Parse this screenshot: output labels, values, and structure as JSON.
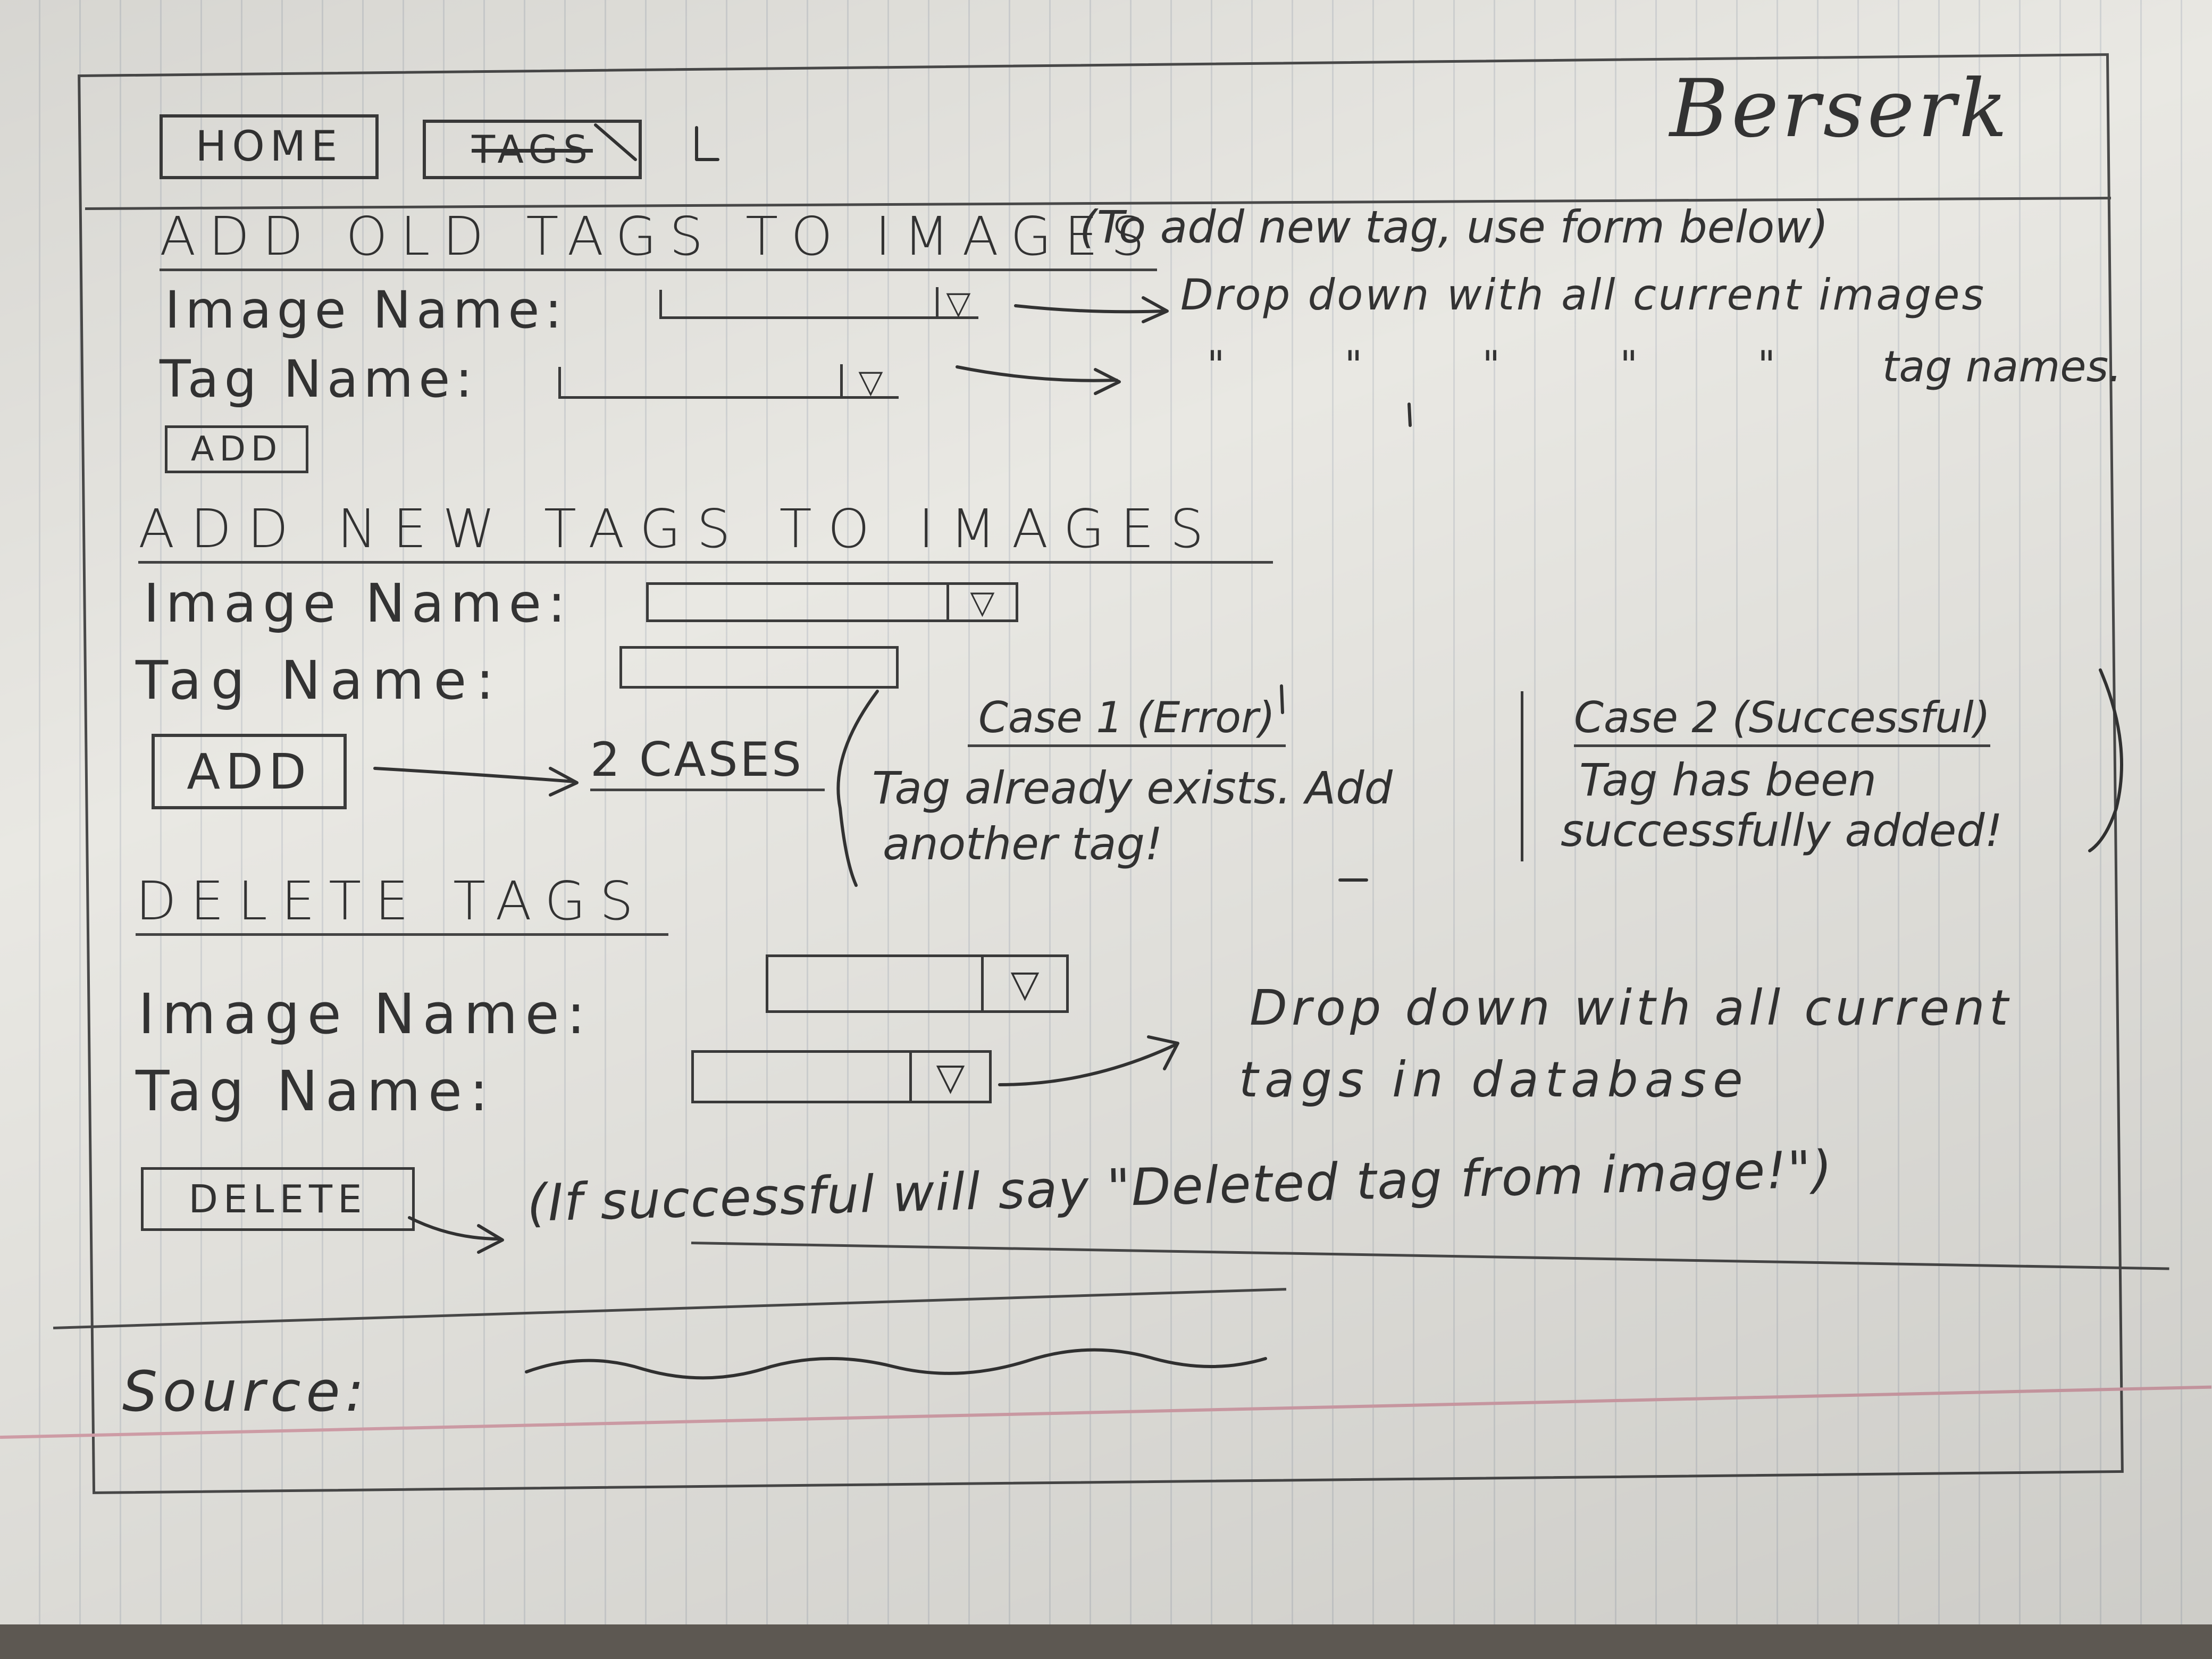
{
  "nav": {
    "home_label": "HOME",
    "tags_label": "TAGS",
    "brand": "Berserk"
  },
  "section_old": {
    "title": "ADD OLD TAGS TO IMAGES",
    "note": "(To add new tag, use form below)",
    "image_label": "Image Name:",
    "tag_label": "Tag Name:",
    "image_annotation": "Drop down with all current images",
    "tag_annotation_ditto": "\"  \"  \"  \"  \"",
    "tag_annotation_end": "tag names.",
    "add_label": "ADD",
    "dropdown_glyph": "▽"
  },
  "section_new": {
    "title": "ADD NEW TAGS TO IMAGES",
    "image_label": "Image Name:",
    "tag_label": "Tag Name:",
    "add_label": "ADD",
    "cases_label": "2 CASES",
    "case1_title": "Case 1 (Error)",
    "case1_text_line1": "Tag already exists. Add",
    "case1_text_line2": "another tag!",
    "case2_title": "Case 2 (Successful)",
    "case2_text_line1": "Tag has been",
    "case2_text_line2": "successfully added!"
  },
  "section_delete": {
    "title": "DELETE TAGS",
    "image_label": "Image Name:",
    "tag_label": "Tag Name:",
    "annotation_line1": "Drop down with all current",
    "annotation_line2": "tags in database",
    "delete_label": "DELETE",
    "success_note": "(If successful will say \"Deleted tag from image!\")"
  },
  "footer": {
    "source_label": "Source:"
  }
}
